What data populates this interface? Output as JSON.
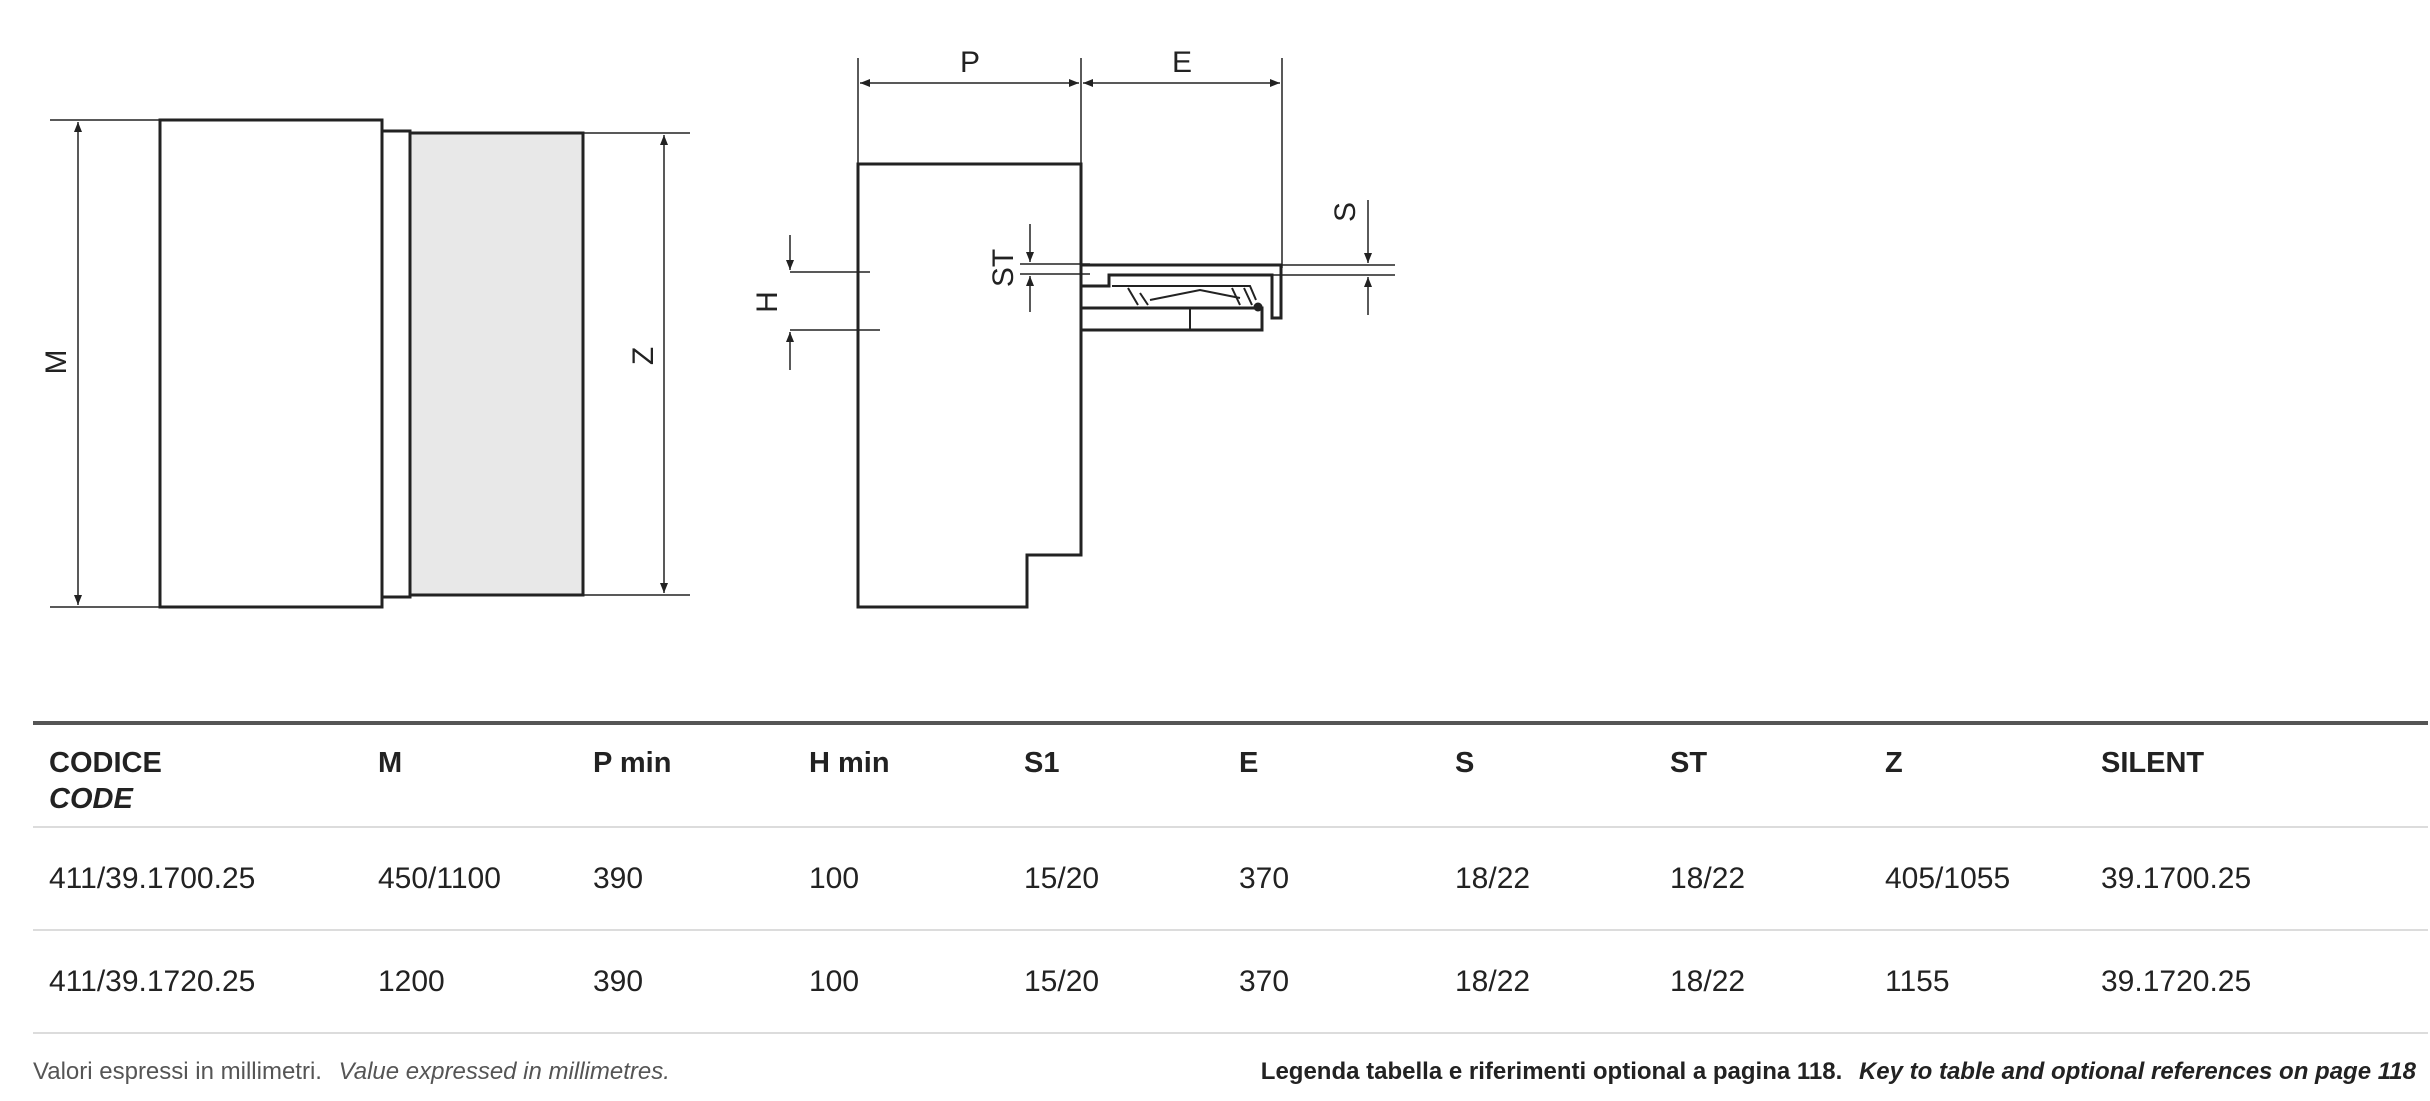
{
  "drawing": {
    "front_labels": {
      "m": "M",
      "z": "Z"
    },
    "side_labels": {
      "p": "P",
      "e": "E",
      "h": "H",
      "st": "ST",
      "s": "S"
    }
  },
  "table": {
    "headers": [
      {
        "main": "CODICE",
        "sub": "CODE"
      },
      {
        "main": "M"
      },
      {
        "main": "P min"
      },
      {
        "main": "H min"
      },
      {
        "main": "S1"
      },
      {
        "main": "E"
      },
      {
        "main": "S"
      },
      {
        "main": "ST"
      },
      {
        "main": "Z"
      },
      {
        "main": "SILENT"
      }
    ],
    "rows": [
      [
        "411/39.1700.25",
        "450/1100",
        "390",
        "100",
        "15/20",
        "370",
        "18/22",
        "18/22",
        "405/1055",
        "39.1700.25"
      ],
      [
        "411/39.1720.25",
        "1200",
        "390",
        "100",
        "15/20",
        "370",
        "18/22",
        "18/22",
        "1155",
        "39.1720.25"
      ]
    ]
  },
  "footer": {
    "left_it": "Valori espressi in millimetri.",
    "left_en": "Value expressed in millimetres.",
    "right_it": "Legenda tabella e riferimenti optional a pagina 118.",
    "right_en": "Key to table and optional references on page 118"
  }
}
